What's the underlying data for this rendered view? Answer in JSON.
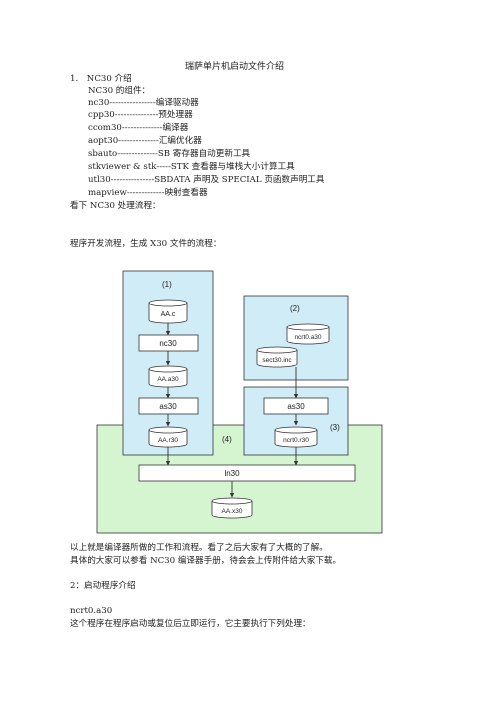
{
  "doc": {
    "title": "瑞萨单片机启动文件介绍",
    "section1": "1.　NC30 介绍",
    "components_heading": "NC30 的组件：",
    "components": [
      "nc30----------------编译驱动器",
      "cpp30---------------预处理器",
      "ccom30--------------编译器",
      "aopt30--------------汇编优化器",
      "sbauto--------------SB 寄存器自动更新工具",
      "stkviewer & stk-----STK 查看器与堆栈大小计算工具",
      "utl30---------------SBDATA 声明及 SPECIAL 页函数声明工具",
      "mapview-------------映射查看器"
    ],
    "process_intro": "看下 NC30 处理流程：",
    "flow_intro": "程序开发流程，生成 X30 文件的流程：",
    "after_line1": "以上就是编译器所做的工作和流程。看了之后大家有了大概的了解。",
    "after_line2": "具体的大家可以参看 NC30 编译器手册，待会会上传附件给大家下载。",
    "section2": "2：启动程序介绍",
    "ncrt_heading": "ncrt0.a30",
    "ncrt_desc": "这个程序在程序启动或复位后立即运行，它主要执行下列处理："
  },
  "diagram": {
    "group_labels": [
      "(1)",
      "(2)",
      "(3)",
      "(4)"
    ],
    "aa_c": "AA.c",
    "nc30": "nc30",
    "aa_a30": "AA.a30",
    "as30_left": "as30",
    "aa_r30": "AA.r30",
    "ncrt0_a30": "ncrt0.a30",
    "sect30_inc": "sect30.inc",
    "as30_right": "as30",
    "ncrt0_r30": "ncrt0.r30",
    "ln30": "ln30",
    "aa_x30": "AA.x30",
    "colors": {
      "cyan_fill": "#cfecf7",
      "green_fill": "#d5f5d0",
      "stroke": "#333333"
    }
  }
}
